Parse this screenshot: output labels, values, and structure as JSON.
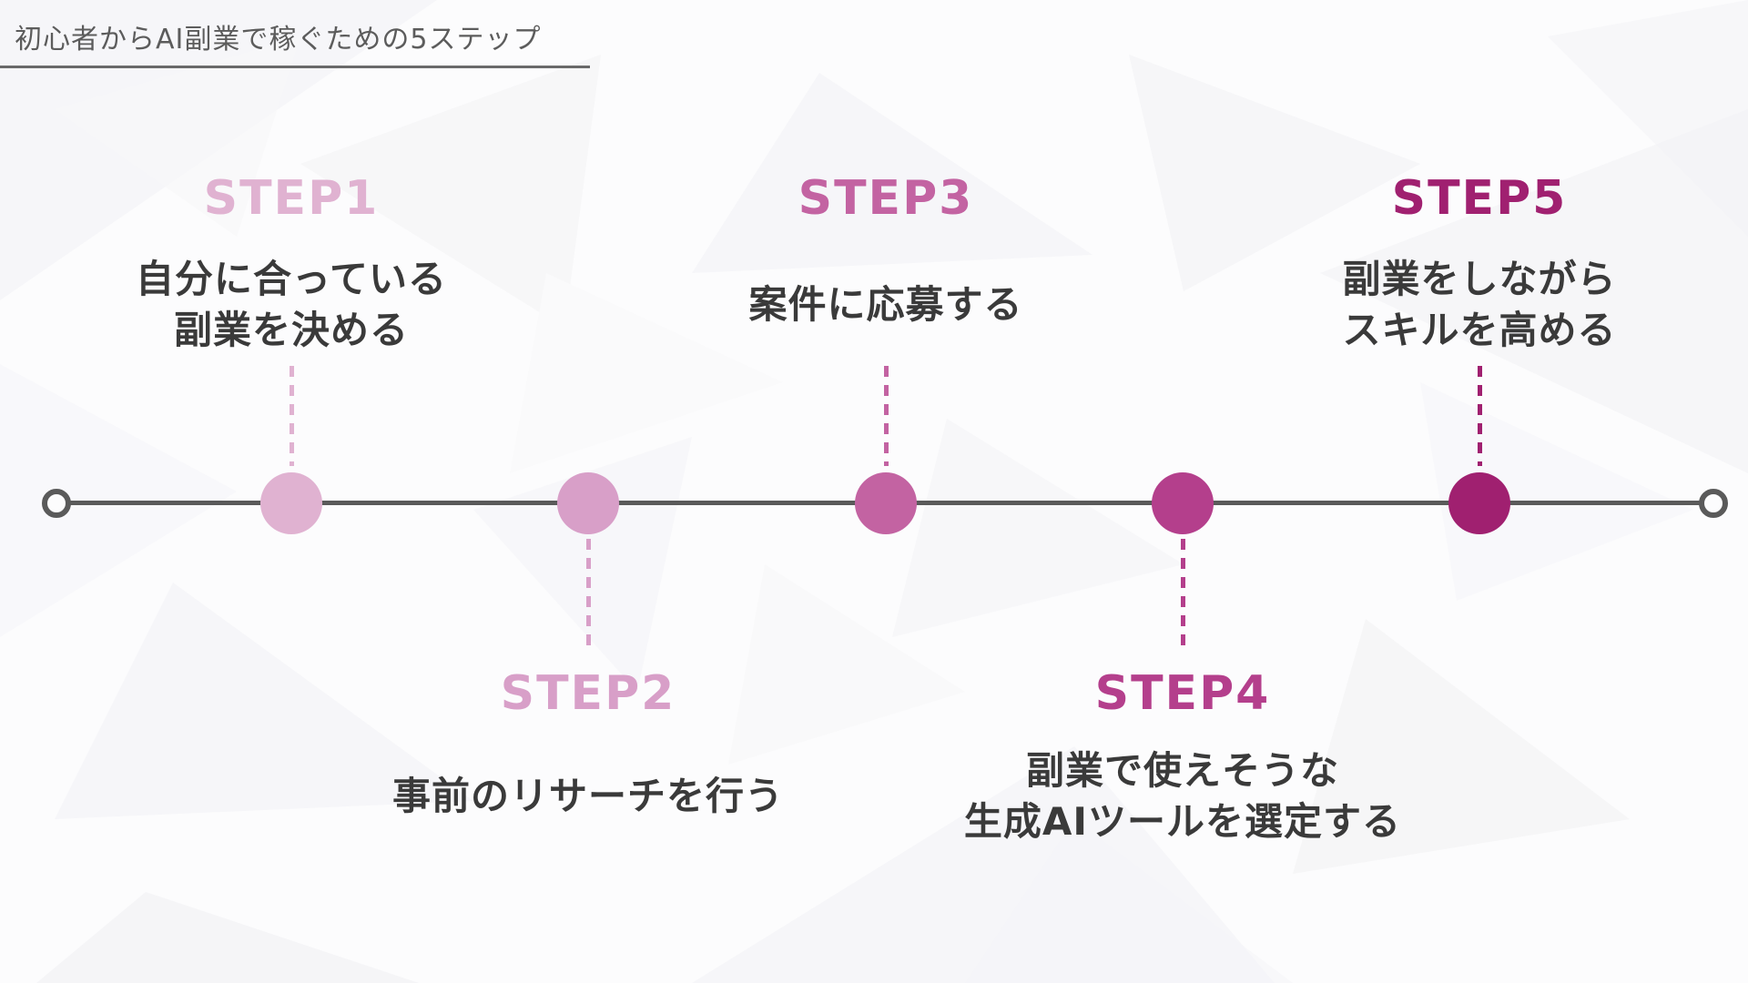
{
  "title": {
    "text": "初心者からAI副業で稼ぐための5ステップ"
  },
  "colors": {
    "axis_line": "#5a5a5a",
    "title_text": "#5c5c5c",
    "body_text": "#3a3a3a",
    "background": "#fcfcfd"
  },
  "icons": {
    "start_marker": "open-circle",
    "end_marker": "open-circle"
  },
  "steps": [
    {
      "label": "STEP1",
      "lines": [
        "自分に合っている",
        "副業を決める"
      ],
      "color": "#e0b2d1",
      "position": "above"
    },
    {
      "label": "STEP2",
      "lines": [
        "事前のリサーチを行う"
      ],
      "color": "#d89fc8",
      "position": "below"
    },
    {
      "label": "STEP3",
      "lines": [
        "案件に応募する"
      ],
      "color": "#c363a2",
      "position": "above"
    },
    {
      "label": "STEP4",
      "lines": [
        "副業で使えそうな",
        "生成AIツールを選定する"
      ],
      "color": "#b43f8c",
      "position": "below"
    },
    {
      "label": "STEP5",
      "lines": [
        "副業をしながら",
        "スキルを高める"
      ],
      "color": "#a02070",
      "position": "above"
    }
  ]
}
